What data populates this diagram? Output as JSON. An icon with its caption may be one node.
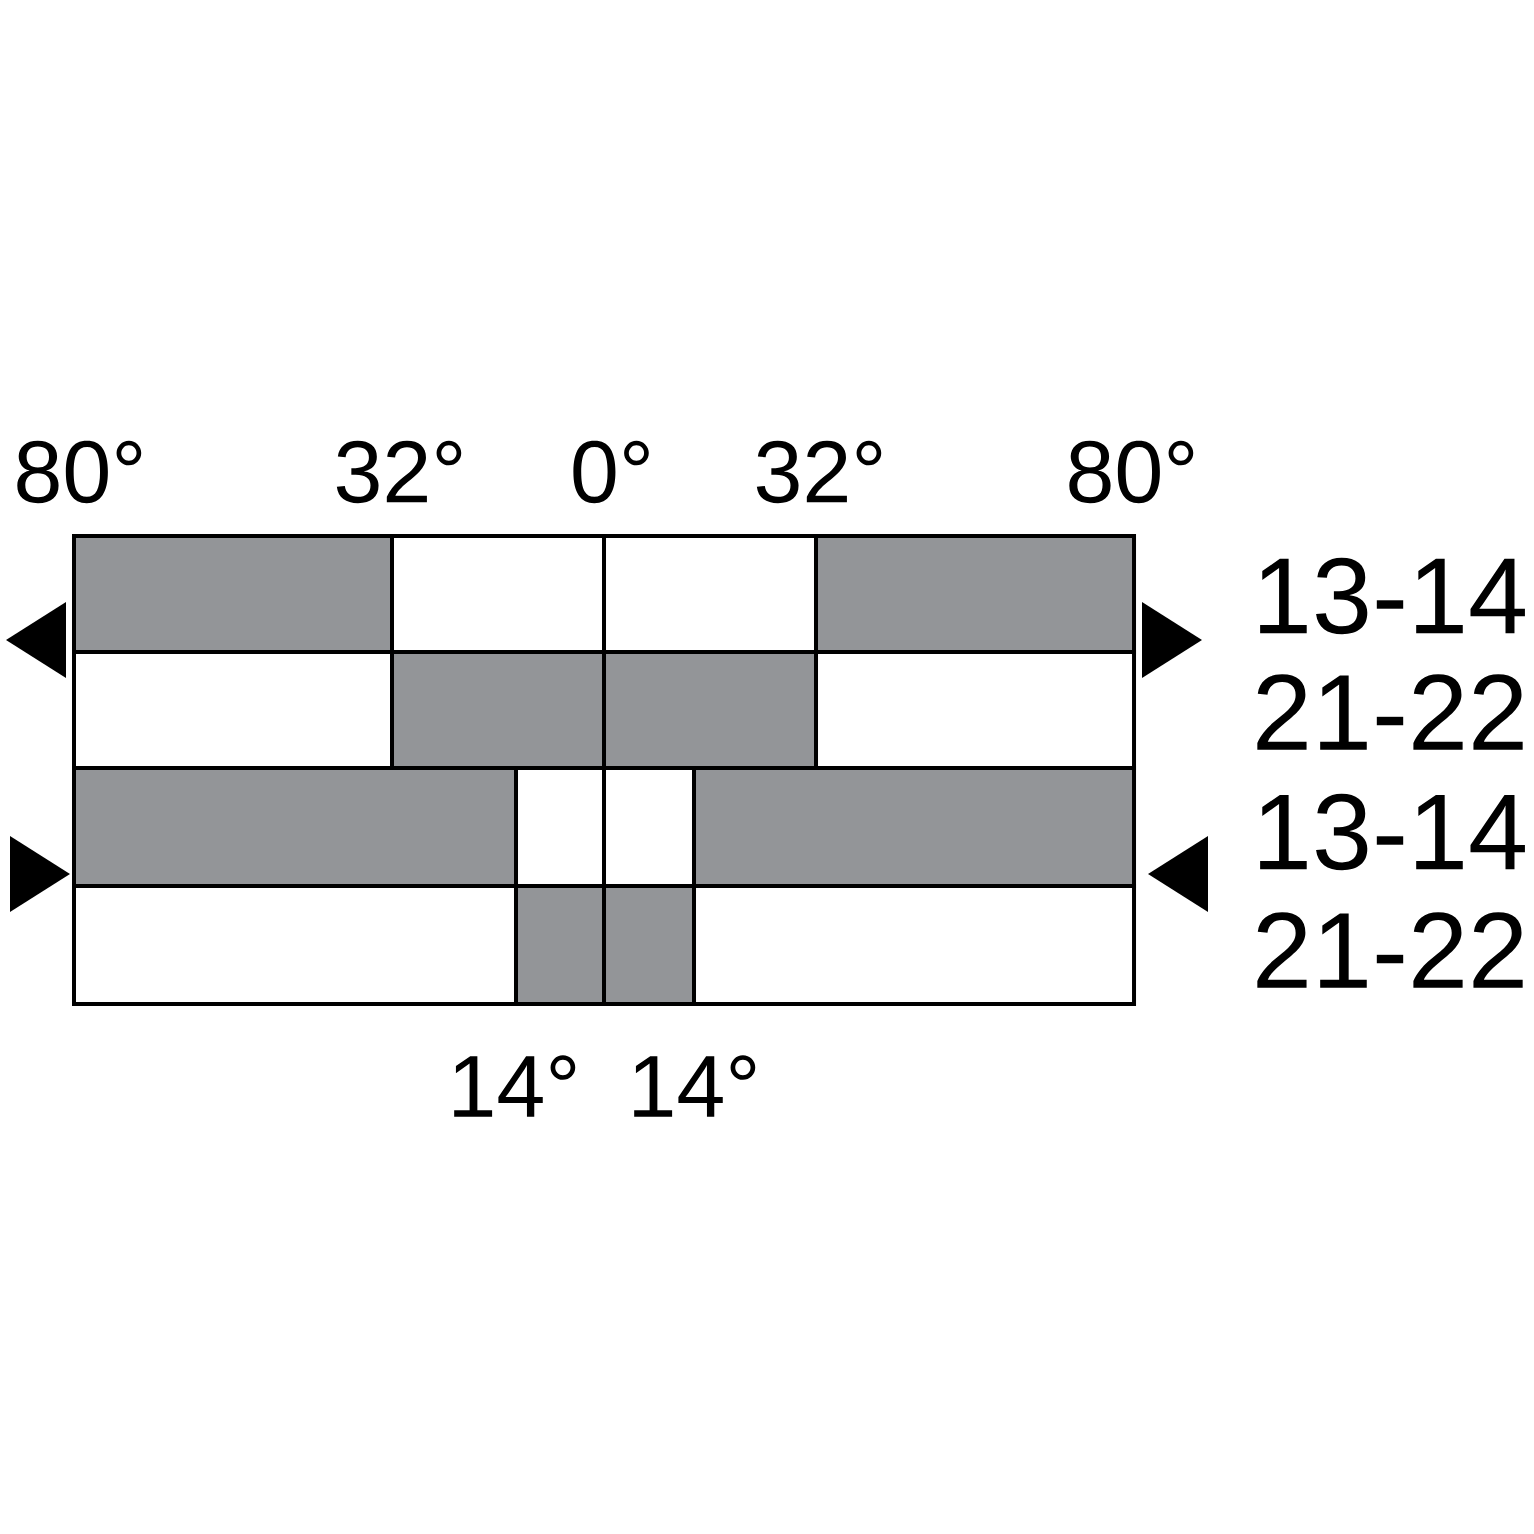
{
  "diagram": {
    "labels": [
      "80°",
      "32°",
      "0°",
      "32°",
      "80°",
      "13-14",
      "21-22",
      "13-14",
      "21-22",
      "14°",
      "14°"
    ]
  }
}
